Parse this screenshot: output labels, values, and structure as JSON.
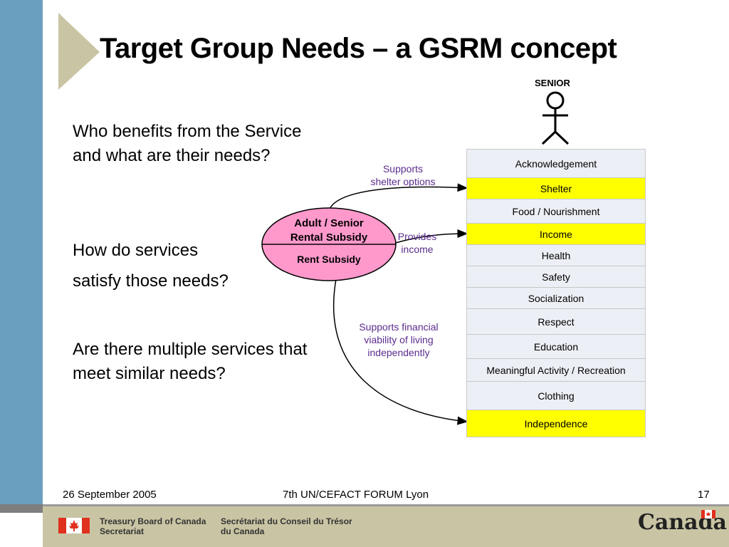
{
  "slide": {
    "title": "Target Group Needs – a GSRM concept",
    "questions": [
      "Who benefits from the Service and what are their needs?",
      "How do services",
      "satisfy those needs?",
      "Are there multiple services that meet similar needs?"
    ]
  },
  "diagram": {
    "actor_label": "SENIOR",
    "service": {
      "name_line1": "Adult / Senior",
      "name_line2": "Rental Subsidy",
      "subtitle": "Rent Subsidy",
      "fill_color": "#ff99cc"
    },
    "arrows": [
      {
        "label_line1": "Supports",
        "label_line2": "shelter options",
        "target": "Shelter"
      },
      {
        "label_line1": "Provides",
        "label_line2": "income",
        "target": "Income"
      },
      {
        "label_line1": "Supports financial",
        "label_line2": "viability of living",
        "label_line3": "independently",
        "target": "Independence"
      }
    ],
    "label_color": "#5b2c8e",
    "needs": [
      {
        "label": "Acknowledgement",
        "highlighted": false
      },
      {
        "label": "Shelter",
        "highlighted": true
      },
      {
        "label": "Food / Nourishment",
        "highlighted": false
      },
      {
        "label": "Income",
        "highlighted": true
      },
      {
        "label": "Health",
        "highlighted": false
      },
      {
        "label": "Safety",
        "highlighted": false
      },
      {
        "label": "Socialization",
        "highlighted": false
      },
      {
        "label": "Respect",
        "highlighted": false
      },
      {
        "label": "Education",
        "highlighted": false
      },
      {
        "label": "Meaningful Activity / Recreation",
        "highlighted": false
      },
      {
        "label": "Clothing",
        "highlighted": false
      },
      {
        "label": "Independence",
        "highlighted": true
      }
    ],
    "highlight_color": "#ffff00"
  },
  "footer": {
    "date": "26 September 2005",
    "event": "7th UN/CEFACT FORUM Lyon",
    "page_number": "17"
  },
  "branding": {
    "org_en_line1": "Treasury Board of Canada",
    "org_en_line2": "Secretariat",
    "org_fr_line1": "Secrétariat du Conseil du Trésor",
    "org_fr_line2": "du Canada",
    "wordmark": "Canada"
  }
}
